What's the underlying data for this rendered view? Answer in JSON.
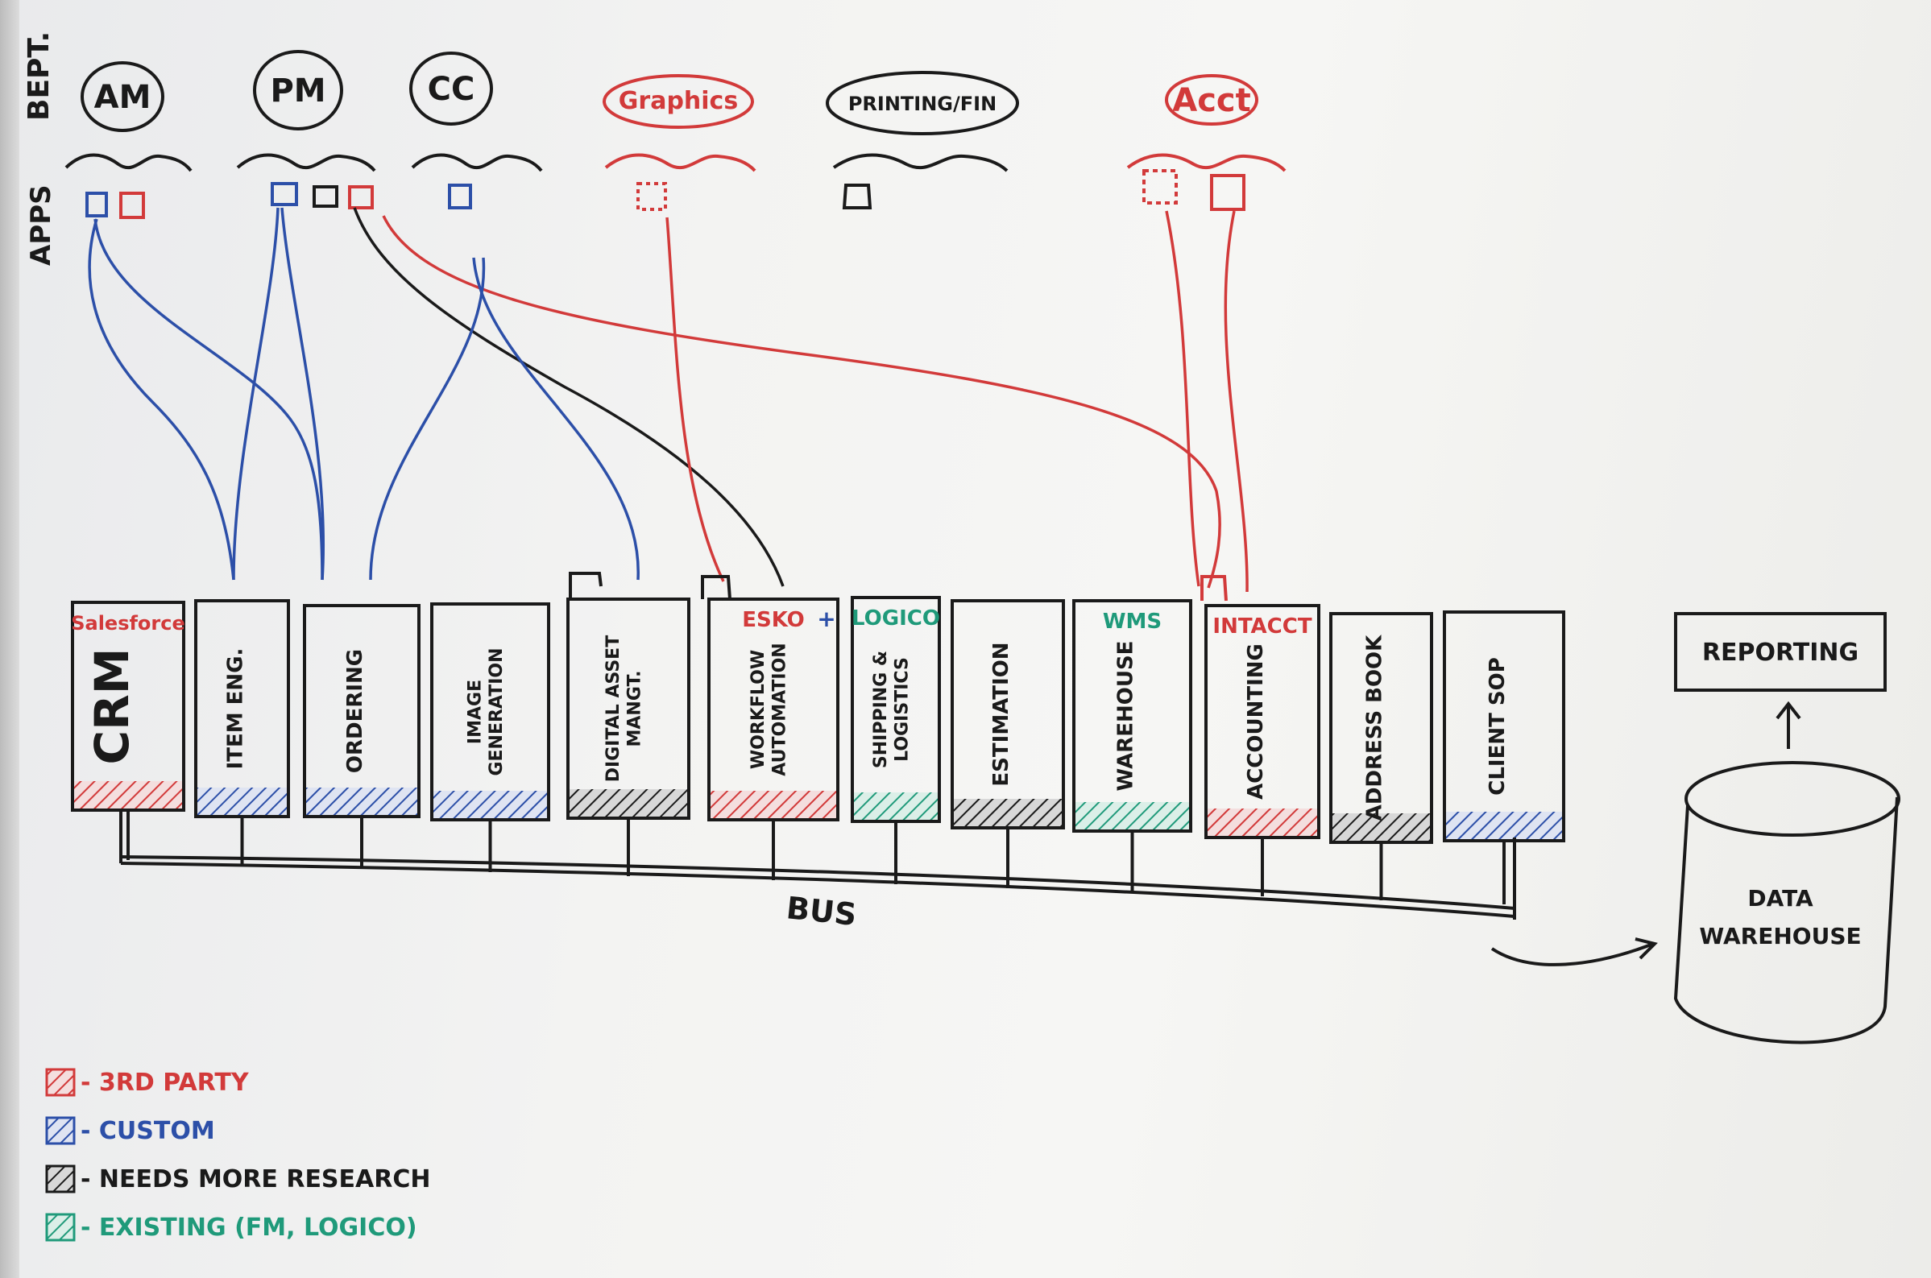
{
  "side_labels": {
    "dept": "BEPT.",
    "apps": "APPS"
  },
  "departments": [
    {
      "label": "AM",
      "color": "#1a1a1a"
    },
    {
      "label": "PM",
      "color": "#1a1a1a"
    },
    {
      "label": "CC",
      "color": "#1a1a1a"
    },
    {
      "label": "Graphics",
      "color": "#d23a3a"
    },
    {
      "label": "PRINTING/FIN",
      "color": "#1a1a1a"
    },
    {
      "label": "Acct",
      "color": "#d23a3a"
    }
  ],
  "modules": [
    {
      "title": "CRM",
      "vendor": "Salesforce",
      "vendor_color": "#d23a3a",
      "status": "3rd-party"
    },
    {
      "title": "ITEM ENG.",
      "vendor": "",
      "status": "custom"
    },
    {
      "title": "ORDERING",
      "vendor": "",
      "status": "custom"
    },
    {
      "title": "IMAGE GENERATION",
      "vendor": "",
      "status": "custom"
    },
    {
      "title": "DIGITAL ASSET MANGT.",
      "vendor": "",
      "status": "research"
    },
    {
      "title": "WORKFLOW AUTOMATION",
      "vendor": "ESKO",
      "vendor_suffix": "+",
      "vendor_color": "#d23a3a",
      "status": "3rd-party"
    },
    {
      "title": "SHIPPING & LOGISTICS",
      "vendor": "LOGICO",
      "vendor_color": "#1f9a7a",
      "status": "existing"
    },
    {
      "title": "ESTIMATION",
      "vendor": "",
      "status": "research"
    },
    {
      "title": "WAREHOUSE",
      "vendor": "WMS",
      "vendor_color": "#1f9a7a",
      "status": "existing"
    },
    {
      "title": "ACCOUNTING",
      "vendor": "INTACCT",
      "vendor_color": "#d23a3a",
      "status": "3rd-party"
    },
    {
      "title": "ADDRESS BOOK",
      "vendor": "",
      "status": "research"
    },
    {
      "title": "CLIENT SOP",
      "vendor": "",
      "status": "custom"
    }
  ],
  "bus_label": "BUS",
  "reporting_label": "REPORTING",
  "warehouse_label_line1": "DATA",
  "warehouse_label_line2": "WAREHOUSE",
  "legend": [
    {
      "text": "- 3RD PARTY",
      "color": "#d23a3a"
    },
    {
      "text": "- CUSTOM",
      "color": "#2c4fa8"
    },
    {
      "text": "- NEEDS MORE RESEARCH",
      "color": "#1a1a1a"
    },
    {
      "text": "- EXISTING (FM, LOGICO)",
      "color": "#1f9a7a"
    }
  ],
  "colors": {
    "ink": "#1a1a1a",
    "red": "#d23a3a",
    "blue": "#2c4fa8",
    "green": "#1f9a7a"
  }
}
